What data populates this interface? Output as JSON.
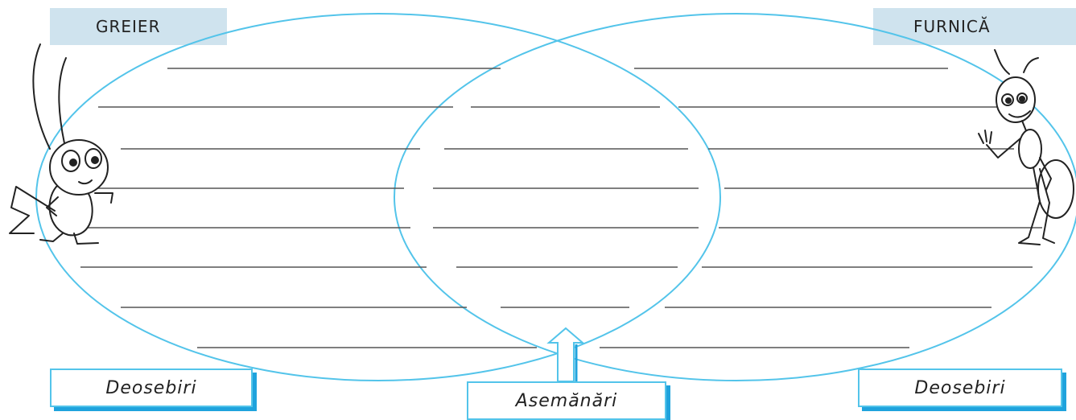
{
  "diagram": {
    "type": "venn",
    "left_title": "GREIER",
    "right_title": "FURNICĂ",
    "left_label": "Deosebiri",
    "middle_label": "Asemănări",
    "right_label": "Deosebiri"
  },
  "colors": {
    "circle_stroke": "#53c4ea",
    "label_shadow": "#1fa3dd",
    "title_background": "#cfe3ee",
    "line": "#555555"
  },
  "illustrations": {
    "left": "cricket-icon",
    "right": "ant-icon"
  }
}
